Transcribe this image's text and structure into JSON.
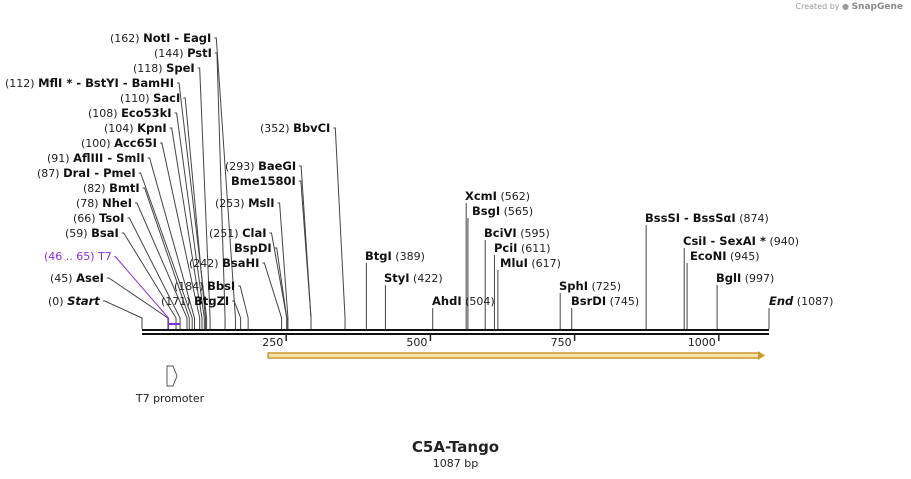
{
  "credit": {
    "prefix": "Created by",
    "brand": "SnapGene"
  },
  "title": "C5A-Tango",
  "subtitle": "1087 bp",
  "seq_length": 1087,
  "ruler_ticks": [
    250,
    500,
    750,
    1000
  ],
  "colors": {
    "feature": "#8a2be2",
    "orf": "#c99a2e",
    "orf_fill": "#f5e3a9",
    "backbone": "#111111"
  },
  "sites": [
    {
      "pos": "(0)",
      "bp": 0,
      "names": [
        "Start"
      ],
      "italic": true
    },
    {
      "pos": "(45)",
      "bp": 45,
      "names": [
        "AseI"
      ]
    },
    {
      "pos": "(46 .. 65)",
      "bp": 46,
      "names": [
        "T7"
      ],
      "feature": true
    },
    {
      "pos": "(59)",
      "bp": 59,
      "names": [
        "BsaI"
      ]
    },
    {
      "pos": "(66)",
      "bp": 66,
      "names": [
        "TsoI"
      ]
    },
    {
      "pos": "(78)",
      "bp": 78,
      "names": [
        "NheI"
      ]
    },
    {
      "pos": "(82)",
      "bp": 82,
      "names": [
        "BmtI"
      ]
    },
    {
      "pos": "(87)",
      "bp": 87,
      "names": [
        "DraI",
        "PmeI"
      ]
    },
    {
      "pos": "(91)",
      "bp": 91,
      "names": [
        "AflIII",
        "SmlI"
      ]
    },
    {
      "pos": "(100)",
      "bp": 100,
      "names": [
        "Acc65I"
      ]
    },
    {
      "pos": "(104)",
      "bp": 104,
      "names": [
        "KpnI"
      ]
    },
    {
      "pos": "(108)",
      "bp": 108,
      "names": [
        "Eco53kI"
      ]
    },
    {
      "pos": "(110)",
      "bp": 110,
      "names": [
        "SacI"
      ]
    },
    {
      "pos": "(112)",
      "bp": 112,
      "names": [
        "MflI *",
        "BstYI",
        "BamHI"
      ]
    },
    {
      "pos": "(118)",
      "bp": 118,
      "names": [
        "SpeI"
      ]
    },
    {
      "pos": "(144)",
      "bp": 144,
      "names": [
        "PstI"
      ]
    },
    {
      "pos": "(162)",
      "bp": 162,
      "names": [
        "NotI",
        "EagI"
      ]
    },
    {
      "pos": "(171)",
      "bp": 171,
      "names": [
        "BtgZI"
      ]
    },
    {
      "pos": "(184)",
      "bp": 184,
      "names": [
        "BbsI"
      ]
    },
    {
      "pos": "(242)",
      "bp": 242,
      "names": [
        "BsaHI"
      ]
    },
    {
      "pos": "(251)",
      "bp": 251,
      "names": [
        "ClaI"
      ]
    },
    {
      "pos": "",
      "bp": 251,
      "names": [
        "BspDI"
      ]
    },
    {
      "pos": "(253)",
      "bp": 253,
      "names": [
        "MslI"
      ]
    },
    {
      "pos": "",
      "bp": 293,
      "names": [
        "Bme1580I"
      ]
    },
    {
      "pos": "(293)",
      "bp": 293,
      "names": [
        "BaeGI"
      ]
    },
    {
      "pos": "(352)",
      "bp": 352,
      "names": [
        "BbvCI"
      ]
    },
    {
      "pos": "(389)",
      "bp": 389,
      "names": [
        "BtgI"
      ]
    },
    {
      "pos": "(422)",
      "bp": 422,
      "names": [
        "StyI"
      ]
    },
    {
      "pos": "(504)",
      "bp": 504,
      "names": [
        "AhdI"
      ]
    },
    {
      "pos": "(562)",
      "bp": 562,
      "names": [
        "XcmI"
      ]
    },
    {
      "pos": "(565)",
      "bp": 565,
      "names": [
        "BsgI"
      ]
    },
    {
      "pos": "(595)",
      "bp": 595,
      "names": [
        "BciVI"
      ]
    },
    {
      "pos": "(611)",
      "bp": 611,
      "names": [
        "PciI"
      ]
    },
    {
      "pos": "(617)",
      "bp": 617,
      "names": [
        "MluI"
      ]
    },
    {
      "pos": "(725)",
      "bp": 725,
      "names": [
        "SphI"
      ]
    },
    {
      "pos": "(745)",
      "bp": 745,
      "names": [
        "BsrDI"
      ]
    },
    {
      "pos": "(874)",
      "bp": 874,
      "names": [
        "BssSI",
        "BssSαI"
      ]
    },
    {
      "pos": "(940)",
      "bp": 940,
      "names": [
        "CsiI",
        "SexAI *"
      ]
    },
    {
      "pos": "(945)",
      "bp": 945,
      "names": [
        "EcoNI"
      ]
    },
    {
      "pos": "(997)",
      "bp": 997,
      "names": [
        "BglI"
      ]
    },
    {
      "pos": "(1087)",
      "bp": 1087,
      "names": [
        "End"
      ],
      "italic": true
    }
  ],
  "features": [
    {
      "name": "T7 promoter",
      "start": 46,
      "end": 65,
      "type": "promoter"
    },
    {
      "name": "",
      "start": 184,
      "end": 1087,
      "type": "orf"
    }
  ]
}
